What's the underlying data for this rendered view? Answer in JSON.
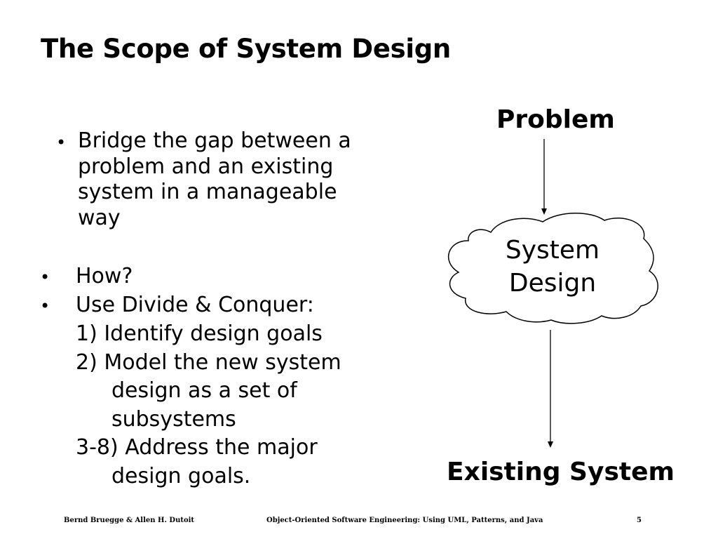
{
  "title": "The Scope of System Design",
  "bullets": {
    "bridge": {
      "dot": "•",
      "lines": [
        "Bridge  the gap between a",
        "problem and an existing",
        "system in a manageable",
        "way"
      ]
    },
    "how": {
      "dot": "•",
      "text": "How?"
    },
    "divide": {
      "dot": "•",
      "text": "Use Divide & Conquer:"
    },
    "steps": {
      "s1": "1) Identify design goals",
      "s2a": "2) Model the new system",
      "s2b": "design as a set of",
      "s2c": "subsystems",
      "s3a": "3-8) Address the major",
      "s3b": "design goals."
    }
  },
  "diagram": {
    "top_label": "Problem",
    "cloud_lines": [
      "System",
      "Design"
    ],
    "bottom_label": "Existing System"
  },
  "footer": {
    "authors": "Bernd Bruegge & Allen H. Dutoit",
    "book": "Object-Oriented Software Engineering: Using UML, Patterns, and Java",
    "page": "5"
  }
}
